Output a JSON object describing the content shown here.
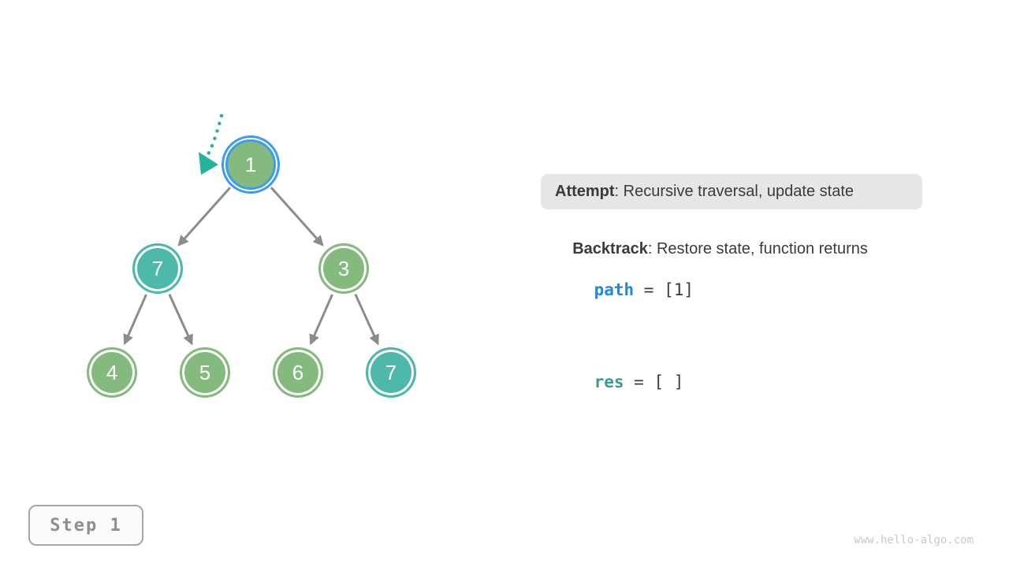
{
  "colors": {
    "node_green": "#85ba7e",
    "node_teal": "#4eb8ab",
    "highlight_ring_blue": "#3d9bf0",
    "edge_gray": "#8c8c8c",
    "pointer_teal": "#25b39c",
    "attempt_pill_bg": "#e6e6e6",
    "text_dark": "#3a3a3a",
    "code_path_blue": "#2088e0",
    "code_res_teal": "#3a9d8f",
    "step_gray": "#8f8f8f",
    "watermark_gray": "#c9c9c9"
  },
  "tree": {
    "nodes": [
      {
        "value": "1",
        "color": "green",
        "highlighted": true
      },
      {
        "value": "7",
        "color": "teal",
        "highlighted": false
      },
      {
        "value": "3",
        "color": "green",
        "highlighted": false
      },
      {
        "value": "4",
        "color": "green",
        "highlighted": false
      },
      {
        "value": "5",
        "color": "green",
        "highlighted": false
      },
      {
        "value": "6",
        "color": "green",
        "highlighted": false
      },
      {
        "value": "7",
        "color": "teal",
        "highlighted": false
      }
    ],
    "edges": [
      [
        0,
        1
      ],
      [
        0,
        2
      ],
      [
        1,
        3
      ],
      [
        1,
        4
      ],
      [
        2,
        5
      ],
      [
        2,
        6
      ]
    ]
  },
  "legend": {
    "attempt_label": "Attempt",
    "attempt_desc": ": Recursive traversal, update state",
    "backtrack_label": "Backtrack",
    "backtrack_desc": ": Restore state, function returns"
  },
  "state": {
    "path_var": "path",
    "path_value": " = [1]",
    "res_var": "res",
    "res_value": " = [ ]"
  },
  "step_label": "Step 1",
  "watermark": "www.hello-algo.com"
}
